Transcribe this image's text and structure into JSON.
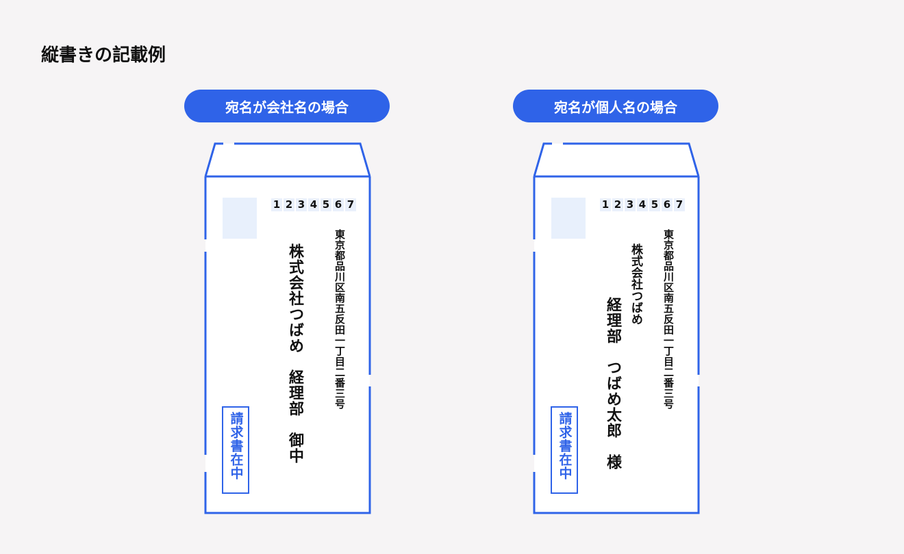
{
  "title": "縦書きの記載例",
  "colors": {
    "accent": "#2f63e8",
    "stamp": "#e8f0fc"
  },
  "envelopes": [
    {
      "label": "宛名が会社名の場合",
      "postal_digits": [
        "1",
        "2",
        "3",
        "4",
        "5",
        "6",
        "7"
      ],
      "address": "東京都品川区南五反田一丁目二番三号",
      "recipient_lines": [
        "株式会社つばめ　経理部　御中"
      ],
      "stamp": "請求書在中"
    },
    {
      "label": "宛名が個人名の場合",
      "postal_digits": [
        "1",
        "2",
        "3",
        "4",
        "5",
        "6",
        "7"
      ],
      "address": "東京都品川区南五反田一丁目二番三号",
      "recipient_lines": [
        "株式会社つばめ",
        "経理部　つばめ太郎　様"
      ],
      "stamp": "請求書在中"
    }
  ]
}
